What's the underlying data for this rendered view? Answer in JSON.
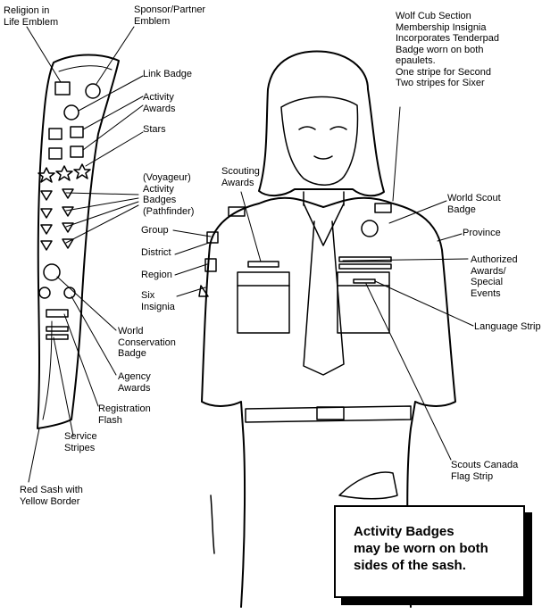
{
  "labels": {
    "religion": "Religion in\nLife Emblem",
    "sponsor": "Sponsor/Partner\nEmblem",
    "wolf_cub": "Wolf Cub Section\nMembership Insignia\nIncorporates Tenderpad\nBadge worn on both\nepaulets.\nOne stripe for Second\nTwo stripes for Sixer",
    "link_badge": "Link Badge",
    "activity_awards": "Activity\nAwards",
    "stars": "Stars",
    "activity_badges": "(Voyageur)\nActivity\nBadges\n(Pathfinder)",
    "scouting_awards": "Scouting\nAwards",
    "world_scout": "World Scout\nBadge",
    "province": "Province",
    "group": "Group",
    "district": "District",
    "region": "Region",
    "six_insignia": "Six\nInsignia",
    "authorized_awards": "Authorized\nAwards/\nSpecial\nEvents",
    "language_strip": "Language Strip",
    "world_conservation": "World\nConservation\nBadge",
    "agency_awards": "Agency\nAwards",
    "registration_flash": "Registration\nFlash",
    "service_stripes": "Service\nStripes",
    "red_sash": "Red Sash with\nYellow Border",
    "flag_strip": "Scouts Canada\nFlag Strip"
  },
  "note": "Activity  Badges\nmay be worn on both\nsides of the sash."
}
